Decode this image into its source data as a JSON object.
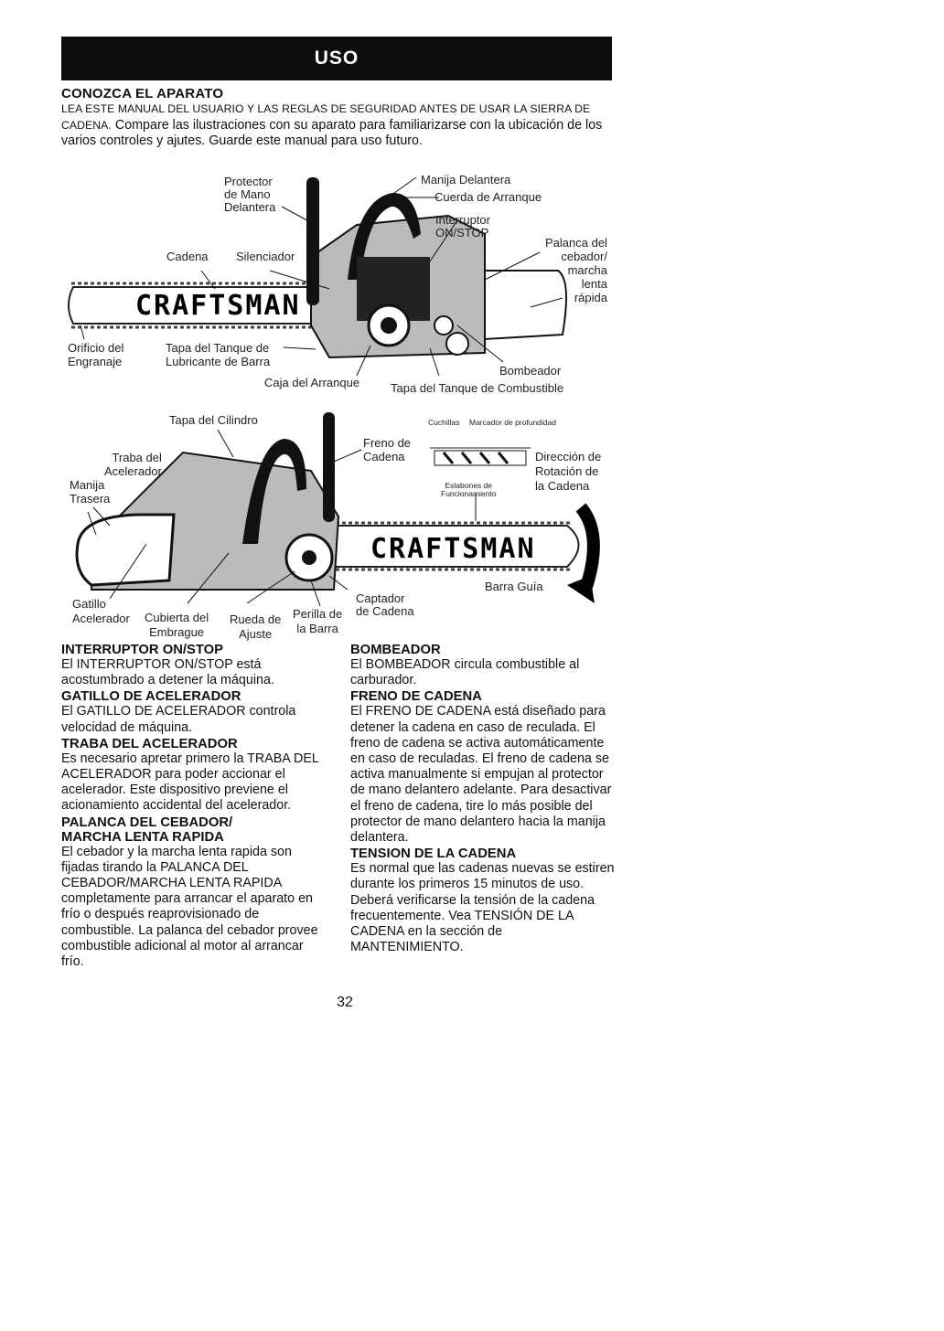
{
  "header": {
    "title": "USO"
  },
  "intro": {
    "heading": "CONOZCA EL APARATO",
    "caps_text": "LEA ESTE MANUAL DEL USUARIO Y LAS REGLAS DE SEGURIDAD ANTES DE USAR LA SIERRA DE CADENA.",
    "body_text": "Compare las ilustraciones con su aparato para familiarizarse con la ubicación de los varios controles y ajutes. Guarde este manual para uso futuro."
  },
  "figure1": {
    "brand": "CRAFTSMAN",
    "labels": {
      "protector": "Protector\nde Mano\nDelantera",
      "manija_delantera": "Manija Delantera",
      "cuerda": "Cuerda de Arranque",
      "interruptor": "Interruptor\nON/STOP",
      "palanca": "Palanca del\ncebador/\nmarcha\nlenta\nrápida",
      "cadena": "Cadena",
      "silenciador": "Silenciador",
      "orificio": "Orificio del\nEngranaje",
      "tapa_lubricante": "Tapa del Tanque de\nLubricante de Barra",
      "caja": "Caja del Arranque",
      "bombeador": "Bombeador",
      "tapa_combustible": "Tapa del Tanque de Combustible"
    }
  },
  "figure2": {
    "brand": "CRAFTSMAN",
    "labels": {
      "tapa_cilindro": "Tapa del Cilindro",
      "traba": "Traba del\nAcelerador",
      "manija_trasera": "Manija\nTrasera",
      "freno": "Freno de\nCadena",
      "cuchillas": "Cuchillas",
      "marcador": "Marcador de profundidad",
      "eslabones": "Eslabones de\nFuncionamiento",
      "direccion": "Dirección de\nRotación de\nla Cadena",
      "barra_guia": "Barra Guía",
      "captador": "Captador\nde Cadena",
      "gatillo": "Gatillo\nAcelerador",
      "cubierta": "Cubierta del\nEmbrague",
      "rueda": "Rueda de\nAjuste",
      "perilla": "Perilla de\nla Barra"
    }
  },
  "left_column": [
    {
      "heading": "INTERRUPTOR ON/STOP",
      "text": "El INTERRUPTOR ON/STOP está acostumbrado a detener la máquina."
    },
    {
      "heading": "GATILLO DE ACELERADOR",
      "text": "El GATILLO DE ACELERADOR controla velocidad de máquina."
    },
    {
      "heading": "TRABA DEL ACELERADOR",
      "text": "Es necesario apretar primero la TRABA DEL ACELERADOR para poder accionar el acelerador. Este dispositivo previene el acionamiento accidental del acelerador."
    },
    {
      "heading": "PALANCA DEL CEBADOR/ MARCHA LENTA RAPIDA",
      "text": "El cebador y la marcha lenta rapida son fijadas tirando la PALANCA DEL CEBADOR/MARCHA LENTA RAPIDA completamente para arrancar el aparato en frío o después reaprovisionado de combustible. La palanca del cebador provee combustible adicional al motor al arrancar frío."
    }
  ],
  "right_column": [
    {
      "heading": "BOMBEADOR",
      "text": "El BOMBEADOR circula combustible al carburador."
    },
    {
      "heading": "FRENO DE CADENA",
      "text": "El FRENO DE CADENA está diseñado para detener la cadena en caso de reculada. El freno de cadena se activa automáticamente en caso de reculadas. El freno de cadena se activa manualmente si empujan al protector de mano delantero adelante. Para desactivar el freno de cadena, tire lo más posible del protector de mano delantero hacia la manija delantera."
    },
    {
      "heading": "TENSION DE LA CADENA",
      "text": "Es normal que las cadenas nuevas se estiren durante los primeros 15 minutos de uso. Deberá verificarse la tensión de la cadena frecuentemente. Vea TENSIÓN DE LA CADENA en la sección de MANTENIMIENTO."
    }
  ],
  "page_number": "32"
}
